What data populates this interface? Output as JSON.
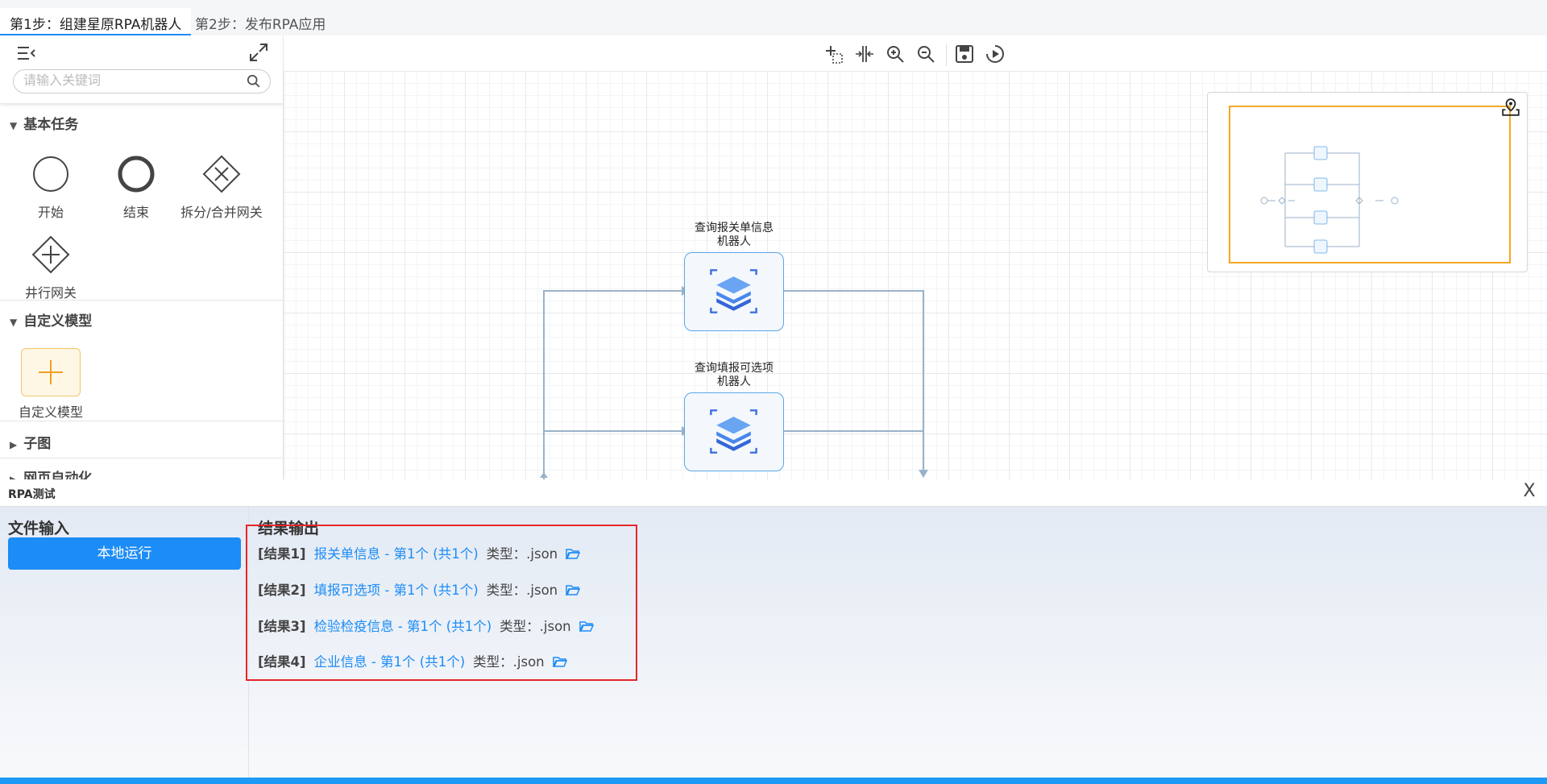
{
  "tabs": [
    {
      "label": "第1步：组建星原RPA机器人",
      "active": true
    },
    {
      "label": "第2步：发布RPA应用",
      "active": false
    }
  ],
  "sidebar": {
    "search_placeholder": "请输入关键词",
    "sections": {
      "basic": {
        "title": "基本任务",
        "items": {
          "start": "开始",
          "end": "结束",
          "split_merge": "拆分/合并网关",
          "parallel": "井行网关"
        }
      },
      "custom": {
        "title": "自定义模型",
        "item": "自定义模型"
      },
      "subgraph": {
        "title": "子图"
      },
      "web": {
        "title": "网页自动化"
      }
    }
  },
  "toolbar": {
    "icons": [
      "select-icon",
      "split-align-icon",
      "zoom-in-icon",
      "zoom-out-icon",
      "save-icon",
      "run-icon"
    ]
  },
  "diagram": {
    "nodes": [
      {
        "label_line1": "查询报关单信息",
        "label_line2": "机器人"
      },
      {
        "label_line1": "查询填报可选项",
        "label_line2": "机器人"
      }
    ]
  },
  "panel": {
    "title": "RPA测试",
    "close_label": "X",
    "file_input_label": "文件输入",
    "run_button": "本地运行",
    "result_label": "结果输出",
    "results": [
      {
        "id": "[结果1]",
        "link": "报关单信息 - 第1个 (共1个)",
        "type": "类型：.json"
      },
      {
        "id": "[结果2]",
        "link": "填报可选项 - 第1个 (共1个)",
        "type": "类型：.json"
      },
      {
        "id": "[结果3]",
        "link": "检验检疫信息 - 第1个 (共1个)",
        "type": "类型：.json"
      },
      {
        "id": "[结果4]",
        "link": "企业信息 - 第1个 (共1个)",
        "type": "类型：.json"
      }
    ]
  },
  "colors": {
    "accent": "#1c8cf6",
    "highlight_box": "#e5262a",
    "minimap_view": "#f5a623",
    "edge": "#9ab2c8"
  }
}
